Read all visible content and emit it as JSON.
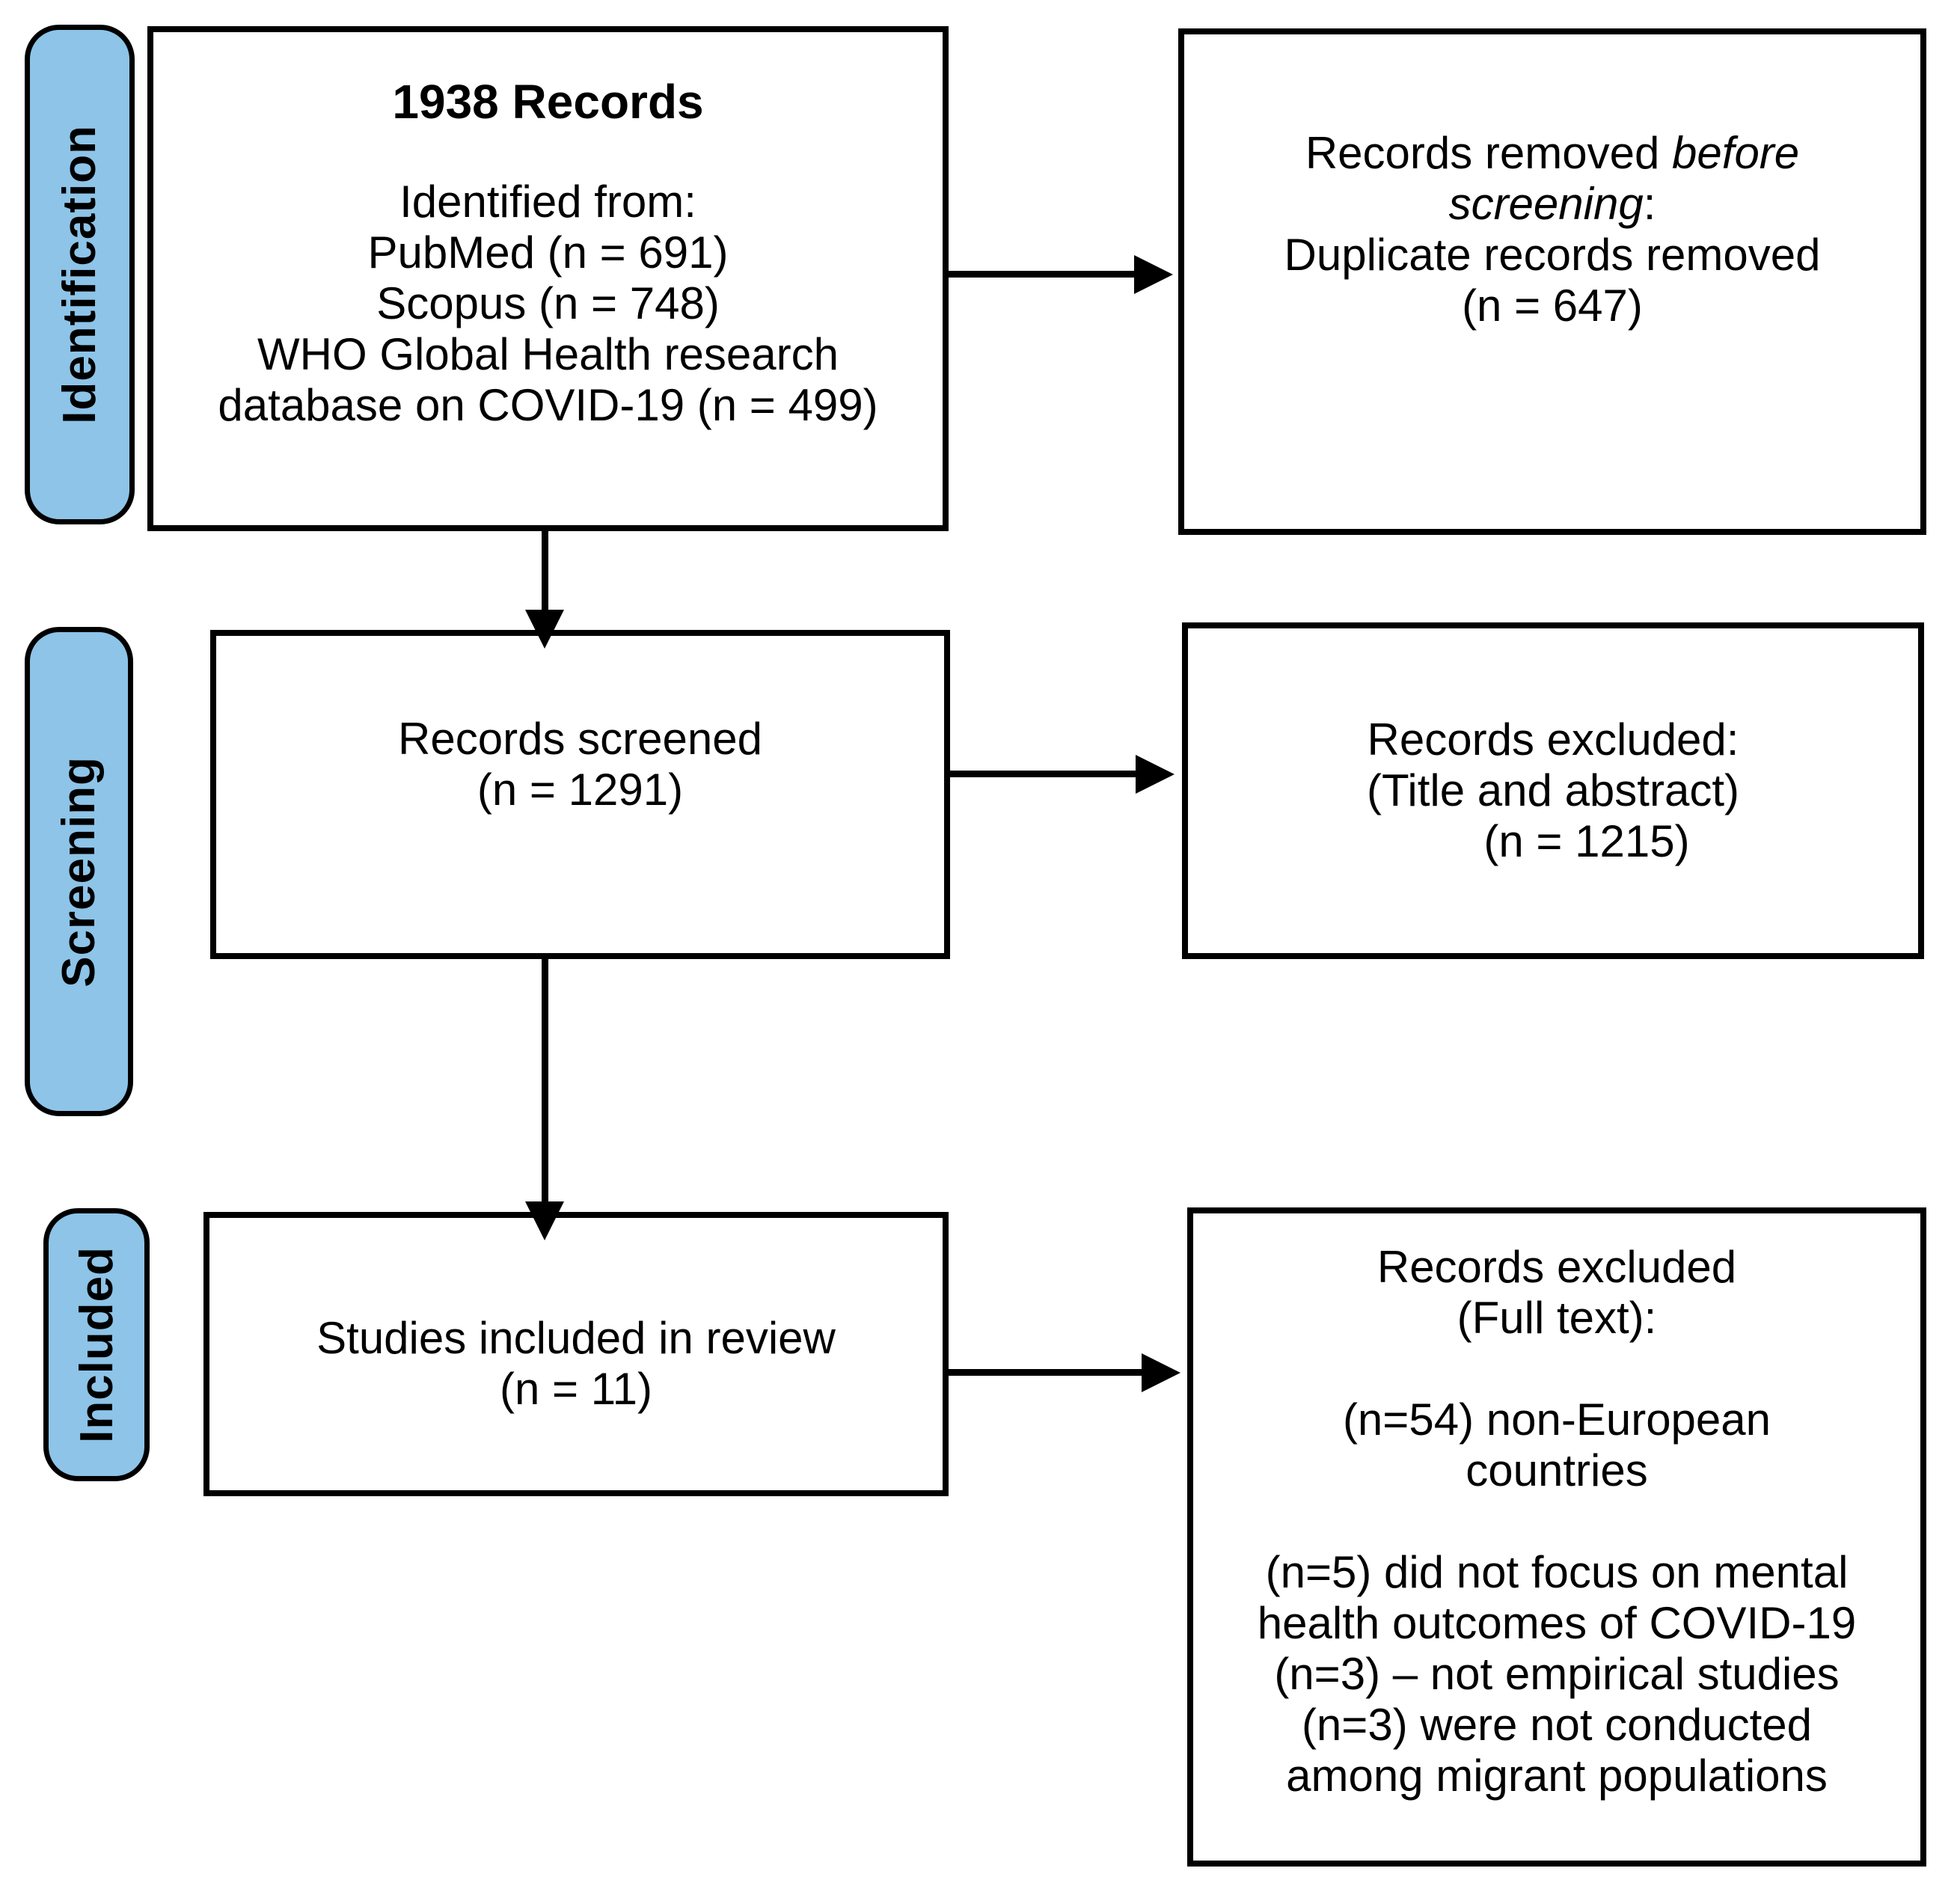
{
  "colors": {
    "stage_fill": "#8dc4e8",
    "line_color": "#000000",
    "background": "#ffffff"
  },
  "sidebar": {
    "stages": [
      {
        "label": "Identification"
      },
      {
        "label": "Screening"
      },
      {
        "label": "Included"
      }
    ]
  },
  "flow": {
    "identification_box": {
      "title": "1938 Records",
      "lines": [
        "Identified from:",
        "PubMed (n = 691)",
        "Scopus (n = 748)",
        "WHO Global Health research",
        "database on COVID-19 (n = 499)"
      ]
    },
    "removed_before_screening_box": {
      "line1_normal": "Records removed ",
      "line1_italic": "before",
      "line2_italic": "screening",
      "line2_suffix": ":",
      "line3": "Duplicate records removed",
      "line4": "(n = 647)"
    },
    "screening_box": {
      "lines": [
        "Records screened",
        "(n = 1291)"
      ]
    },
    "title_abstract_excluded_box": {
      "lines": [
        "Records excluded:",
        "(Title and abstract)",
        "(n = 1215)"
      ]
    },
    "included_box": {
      "lines": [
        "Studies included in review",
        "(n = 11)"
      ]
    },
    "fulltext_excluded_box": {
      "lines": [
        "Records excluded",
        "(Full text):",
        "",
        "(n=54) non-European",
        "countries",
        "",
        "(n=5) did not focus on mental",
        "health outcomes of COVID-19",
        "(n=3) – not empirical studies",
        "(n=3) were not conducted",
        "among migrant populations"
      ]
    }
  }
}
